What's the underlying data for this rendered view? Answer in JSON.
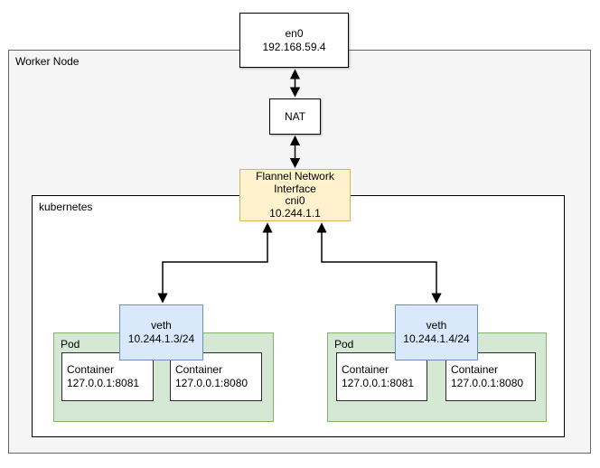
{
  "diagram": {
    "worker_node": {
      "label": "Worker Node"
    },
    "kubernetes": {
      "label": "kubernetes"
    },
    "en0": {
      "line1": "en0",
      "line2": "192.168.59.4"
    },
    "nat": {
      "label": "NAT"
    },
    "flannel": {
      "line1": "Flannel Network",
      "line2": "Interface",
      "line3": "cni0",
      "line4": "10.244.1.1"
    },
    "veth_left": {
      "line1": "veth",
      "line2": "10.244.1.3/24"
    },
    "veth_right": {
      "line1": "veth",
      "line2": "10.244.1.4/24"
    },
    "pod_left": {
      "label": "Pod",
      "containers": [
        {
          "line1": "Container",
          "line2": "127.0.0.1:8081"
        },
        {
          "line1": "Container",
          "line2": "127.0.0.1:8080"
        }
      ]
    },
    "pod_right": {
      "label": "Pod",
      "containers": [
        {
          "line1": "Container",
          "line2": "127.0.0.1:8081"
        },
        {
          "line1": "Container",
          "line2": "127.0.0.1:8080"
        }
      ]
    },
    "colors": {
      "flannel_fill": "#FFF2CC",
      "flannel_border": "#D6B656",
      "veth_fill": "#DAE8FC",
      "veth_border": "#6C8EBF",
      "pod_fill": "#D5E8D4",
      "pod_border": "#82B366",
      "worker_node_fill": "#F5F5F5",
      "worker_node_border": "#666666",
      "container_fill": "#FFFFFF",
      "arrow": "#000000"
    }
  }
}
